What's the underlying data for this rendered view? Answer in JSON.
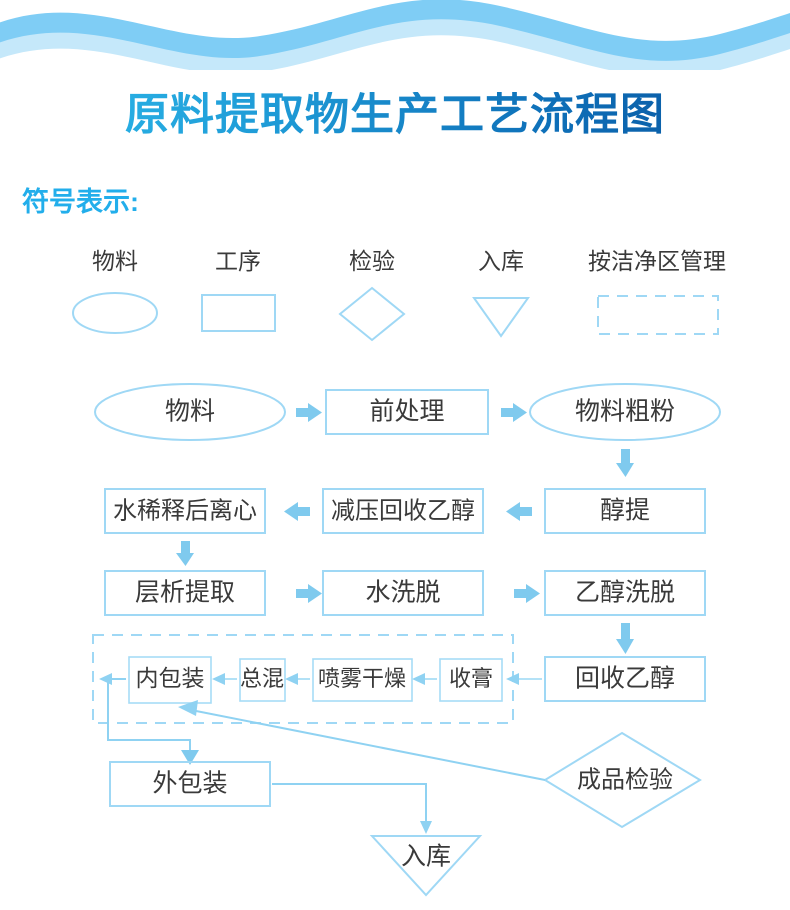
{
  "page": {
    "title": "原料提取物生产工艺流程图",
    "symbol_label": "符号表示:",
    "accent_title_start": "#2FBCEC",
    "accent_title_end": "#08529C",
    "accent_label": "#22AEEB",
    "shape_stroke": "#9FD8F5",
    "connector_color": "#8FD2F2",
    "node_text_color": "#3a3a3a",
    "wave_dark": "#7FCDF5",
    "wave_light": "#C5E8FA"
  },
  "legend": {
    "items": [
      {
        "label": "物料",
        "shape": "ellipse",
        "icon": "ellipse-icon"
      },
      {
        "label": "工序",
        "shape": "rectangle",
        "icon": "rectangle-icon"
      },
      {
        "label": "检验",
        "shape": "diamond",
        "icon": "diamond-icon"
      },
      {
        "label": "入库",
        "shape": "triangle-down",
        "icon": "triangle-down-icon"
      },
      {
        "label": "按洁净区管理",
        "shape": "dashed-rect",
        "icon": "dashed-rectangle-icon"
      }
    ]
  },
  "flow": {
    "clean_zone_label": "按洁净区管理",
    "nodes": [
      {
        "id": "n1",
        "label": "物料",
        "shape": "ellipse"
      },
      {
        "id": "n2",
        "label": "前处理",
        "shape": "rectangle"
      },
      {
        "id": "n3",
        "label": "物料粗粉",
        "shape": "ellipse"
      },
      {
        "id": "n4",
        "label": "醇提",
        "shape": "rectangle"
      },
      {
        "id": "n5",
        "label": "减压回收乙醇",
        "shape": "rectangle"
      },
      {
        "id": "n6",
        "label": "水稀释后离心",
        "shape": "rectangle"
      },
      {
        "id": "n7",
        "label": "层析提取",
        "shape": "rectangle"
      },
      {
        "id": "n8",
        "label": "水洗脱",
        "shape": "rectangle"
      },
      {
        "id": "n9",
        "label": "乙醇洗脱",
        "shape": "rectangle"
      },
      {
        "id": "n10",
        "label": "回收乙醇",
        "shape": "rectangle"
      },
      {
        "id": "n11",
        "label": "收膏",
        "shape": "rectangle"
      },
      {
        "id": "n12",
        "label": "喷雾干燥",
        "shape": "rectangle"
      },
      {
        "id": "n13",
        "label": "总混",
        "shape": "rectangle"
      },
      {
        "id": "n14",
        "label": "内包装",
        "shape": "rectangle"
      },
      {
        "id": "n15",
        "label": "外包装",
        "shape": "rectangle"
      },
      {
        "id": "n16",
        "label": "成品检验",
        "shape": "diamond"
      },
      {
        "id": "n17",
        "label": "入库",
        "shape": "triangle-down"
      }
    ],
    "edges": [
      {
        "from": "n1",
        "to": "n2",
        "dir": "right"
      },
      {
        "from": "n2",
        "to": "n3",
        "dir": "right"
      },
      {
        "from": "n3",
        "to": "n4",
        "dir": "down"
      },
      {
        "from": "n4",
        "to": "n5",
        "dir": "left"
      },
      {
        "from": "n5",
        "to": "n6",
        "dir": "left"
      },
      {
        "from": "n6",
        "to": "n7",
        "dir": "down"
      },
      {
        "from": "n7",
        "to": "n8",
        "dir": "right"
      },
      {
        "from": "n8",
        "to": "n9",
        "dir": "right"
      },
      {
        "from": "n9",
        "to": "n10",
        "dir": "down"
      },
      {
        "from": "n10",
        "to": "n11",
        "dir": "left"
      },
      {
        "from": "n11",
        "to": "n12",
        "dir": "left"
      },
      {
        "from": "n12",
        "to": "n13",
        "dir": "left"
      },
      {
        "from": "n13",
        "to": "n14",
        "dir": "left"
      },
      {
        "from": "n14",
        "to": "n15",
        "dir": "left-down"
      },
      {
        "from": "n15",
        "to": "n17",
        "dir": "right-down"
      },
      {
        "from": "n16",
        "to": "n14",
        "dir": "diagonal-up-left"
      }
    ]
  }
}
